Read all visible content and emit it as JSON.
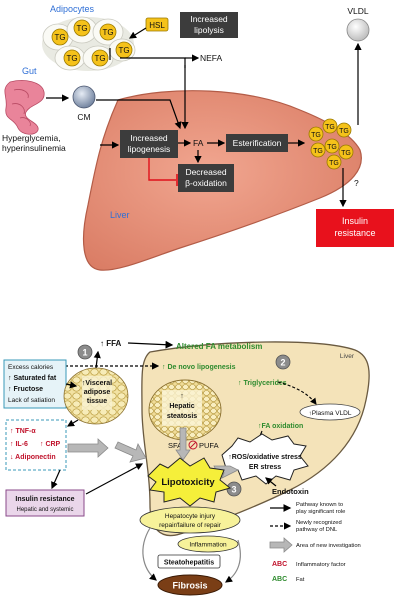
{
  "top": {
    "adipocytes": "Adipocytes",
    "tg": "TG",
    "hsl": "HSL",
    "increased_lipolysis": [
      "Increased",
      "lipolysis"
    ],
    "nefa": "NEFA",
    "gut": "Gut",
    "cm": "CM",
    "hyperglycemia": [
      "Hyperglycemia,",
      "hyperinsulinemia"
    ],
    "increased_lipogenesis": [
      "Increased",
      "lipogenesis"
    ],
    "fa": "FA",
    "esterification": "Esterification",
    "decreased_beta_oxidation": [
      "Decreased",
      "β-oxidation"
    ],
    "vldl": "VLDL",
    "question": "?",
    "liver": "Liver",
    "insulin_resistance": [
      "Insulin",
      "resistance"
    ]
  },
  "bottom": {
    "num1": "1",
    "num2": "2",
    "num3": "3",
    "ffa": "↑ FFA",
    "altered_fa": "Altered FA metabolism",
    "de_novo": "↑ De novo lipogenesis",
    "liver": "Liver",
    "excess_calories": "Excess calories",
    "saturated_fat": "↑ Saturated fat",
    "fructose": "↑ Fructose",
    "lack_satiation": "Lack of satiation",
    "visceral": [
      "↑Visceral",
      "adipose",
      "tissue"
    ],
    "triglycerides": "↑ Triglycerides",
    "hepatic_steatosis": [
      "↑",
      "Hepatic",
      "steatosis"
    ],
    "tnf": "↑ TNF-α",
    "il6": "↑ IL-6",
    "crp": "↑ CRP",
    "adiponectin": "↓ Adiponectin",
    "fa_oxidation": "↑FA oxidation",
    "plasma_vldl": "↑Plasma VLDL",
    "sfas": "SFAs",
    "pufa": "PUFA",
    "ros": [
      "↑ROS/oxidative stress",
      "ER stress"
    ],
    "endotoxin": "Endotoxin",
    "insulin_res": "Insulin resistance",
    "hepatic_systemic": "Hepatic and systemic",
    "lipotoxicity": "Lipotoxicity",
    "hep_injury": [
      "Hepatocyte injury",
      "repair/failure of repair"
    ],
    "inflammation": "Inflammation",
    "steatohepatitis": "Steatohepatitis",
    "fibrosis": "Fibrosis"
  },
  "legend": [
    {
      "text": [
        "Pathway known to",
        "play significant role"
      ]
    },
    {
      "text": [
        "Newly recognized",
        "pathway of DNL"
      ]
    },
    {
      "text": [
        "Area of new investigation"
      ]
    },
    {
      "abbr": "ABC",
      "text": [
        "Inflammatory factor"
      ],
      "color": "#c0122b"
    },
    {
      "abbr": "ABC",
      "text": [
        "Fat"
      ],
      "color": "#2e8b2e"
    }
  ],
  "colors": {
    "liver_top": "#e9967d",
    "liver_bottom": "#f3e2b8",
    "dark_box": "#3c3c3c",
    "red_box": "#e8111c",
    "tg_yellow": "#f5c21a",
    "green_text": "#2e8b2e",
    "red_text": "#c0122b"
  }
}
